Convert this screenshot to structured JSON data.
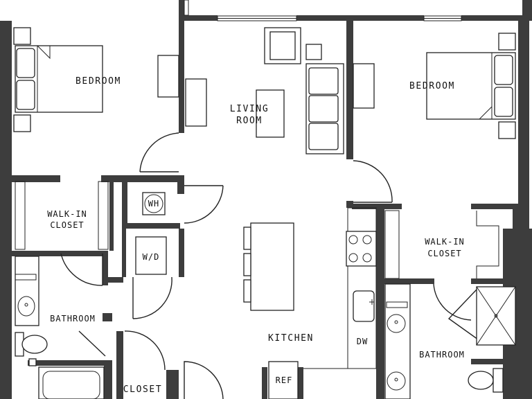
{
  "rooms": {
    "bedroom_left": "BEDROOM",
    "living_line1": "LIVING",
    "living_line2": "ROOM",
    "bedroom_right": "BEDROOM",
    "wic_left_line1": "WALK-IN",
    "wic_left_line2": "CLOSET",
    "wh": "WH",
    "wd": "W/D",
    "wic_right_line1": "WALK-IN",
    "wic_right_line2": "CLOSET",
    "bath_left": "BATHROOM",
    "kitchen": "KITCHEN",
    "dw": "DW",
    "ref": "REF",
    "closet": "CLOSET",
    "bath_right": "BATHROOM"
  },
  "colors": {
    "wall": "#3d3d3d",
    "line": "#222222",
    "background": "#ffffff"
  }
}
